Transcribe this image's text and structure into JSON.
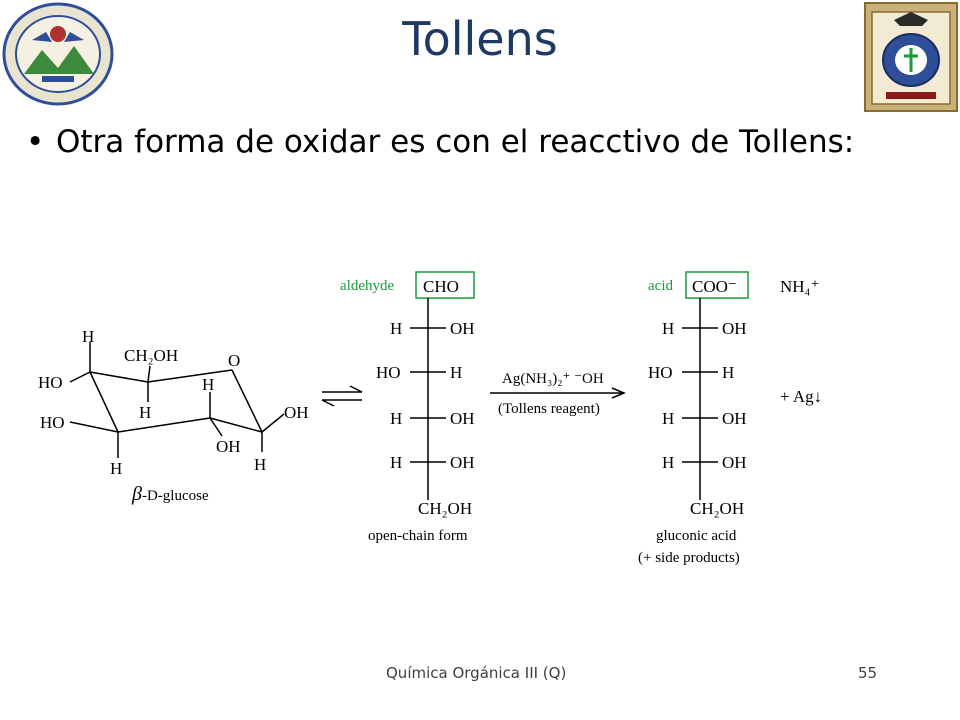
{
  "slide": {
    "title": "Tollens",
    "bullet": "Otra forma de oxidar es con el reacctivo de Tollens:",
    "footer": "Química Orgánica III (Q)",
    "page_number": "55"
  },
  "scheme": {
    "cyclic": {
      "name_prefix": "β",
      "name_rest": "-D-glucose",
      "atoms": {
        "h_top": "H",
        "ch2oh": "CH₂OH",
        "ring_o": "O",
        "ho_upper": "HO",
        "h_mid": "H",
        "h_c3": "H",
        "oh_right": "OH",
        "ho_lower": "HO",
        "oh_c3": "OH",
        "h_bottom_left": "H",
        "h_bottom_right": "H"
      }
    },
    "equilibrium": "⇌",
    "open_chain": {
      "tag": "aldehyde",
      "top_group": "CHO",
      "rows": [
        {
          "left": "H",
          "right": "OH"
        },
        {
          "left": "HO",
          "right": "H"
        },
        {
          "left": "H",
          "right": "OH"
        },
        {
          "left": "H",
          "right": "OH"
        }
      ],
      "bottom_group": "CH₂OH",
      "caption": "open-chain form"
    },
    "reagent": {
      "above": "Ag(NH₃)₂⁺ ⁻OH",
      "below": "(Tollens reagent)"
    },
    "product": {
      "tag": "acid",
      "top_group": "COO⁻",
      "ammonium": "NH₄⁺",
      "rows": [
        {
          "left": "H",
          "right": "OH"
        },
        {
          "left": "HO",
          "right": "H"
        },
        {
          "left": "H",
          "right": "OH"
        },
        {
          "left": "H",
          "right": "OH"
        }
      ],
      "bottom_group": "CH₂OH",
      "caption": "gluconic acid",
      "caption2": "(+ side products)",
      "silver": "+ Ag↓"
    }
  },
  "colors": {
    "title": "#1f3864",
    "label_green": "#1a9a3a",
    "seal_blue": "#2f4e9a",
    "seal_frame": "#8a6a2e"
  },
  "icons": {
    "left": "university-seal-icon",
    "right": "pharmacy-faculty-crest-icon"
  }
}
